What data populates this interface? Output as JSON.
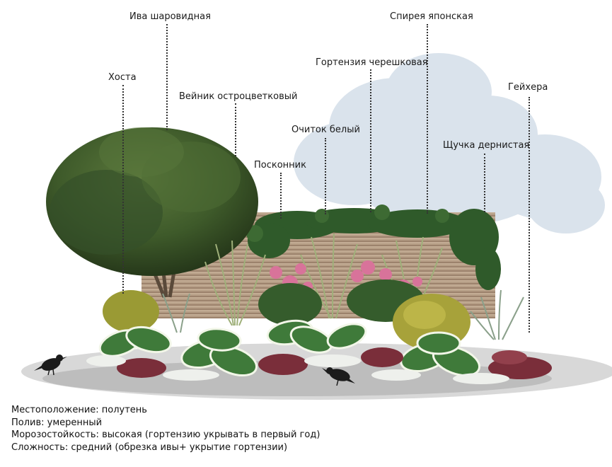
{
  "plants": [
    {
      "id": "iva",
      "label": "Ива шаровидная"
    },
    {
      "id": "hosta",
      "label": "Хоста"
    },
    {
      "id": "veinik",
      "label": "Вейник остроцветковый"
    },
    {
      "id": "posk",
      "label": "Посконник"
    },
    {
      "id": "ochitok",
      "label": "Очиток белый"
    },
    {
      "id": "gort",
      "label": "Гортензия черешковая"
    },
    {
      "id": "spireya",
      "label": "Спирея японская"
    },
    {
      "id": "shchuchka",
      "label": "Щучка дернистая"
    },
    {
      "id": "geykhera",
      "label": "Гейхера"
    }
  ],
  "info": {
    "location": "Местоположение: полутень",
    "watering": "Полив: умеренный",
    "hardiness": "Морозостойкость: высокая (гортензию укрывать в первый год)",
    "difficulty": "Сложность: средний (обрезка ивы+ укрытие гортензии)"
  },
  "colors": {
    "cloud": "#d6e0ea",
    "willow": "#3e5a2a",
    "hosta_leaf": "#3f7a3a",
    "hosta_edge": "#f2f6e8",
    "heuchera": "#7a2e3a",
    "spiraea": "#d8739a",
    "grass": "#9fb07a",
    "fence": "#b8a088",
    "ivy": "#2f5a2a"
  }
}
